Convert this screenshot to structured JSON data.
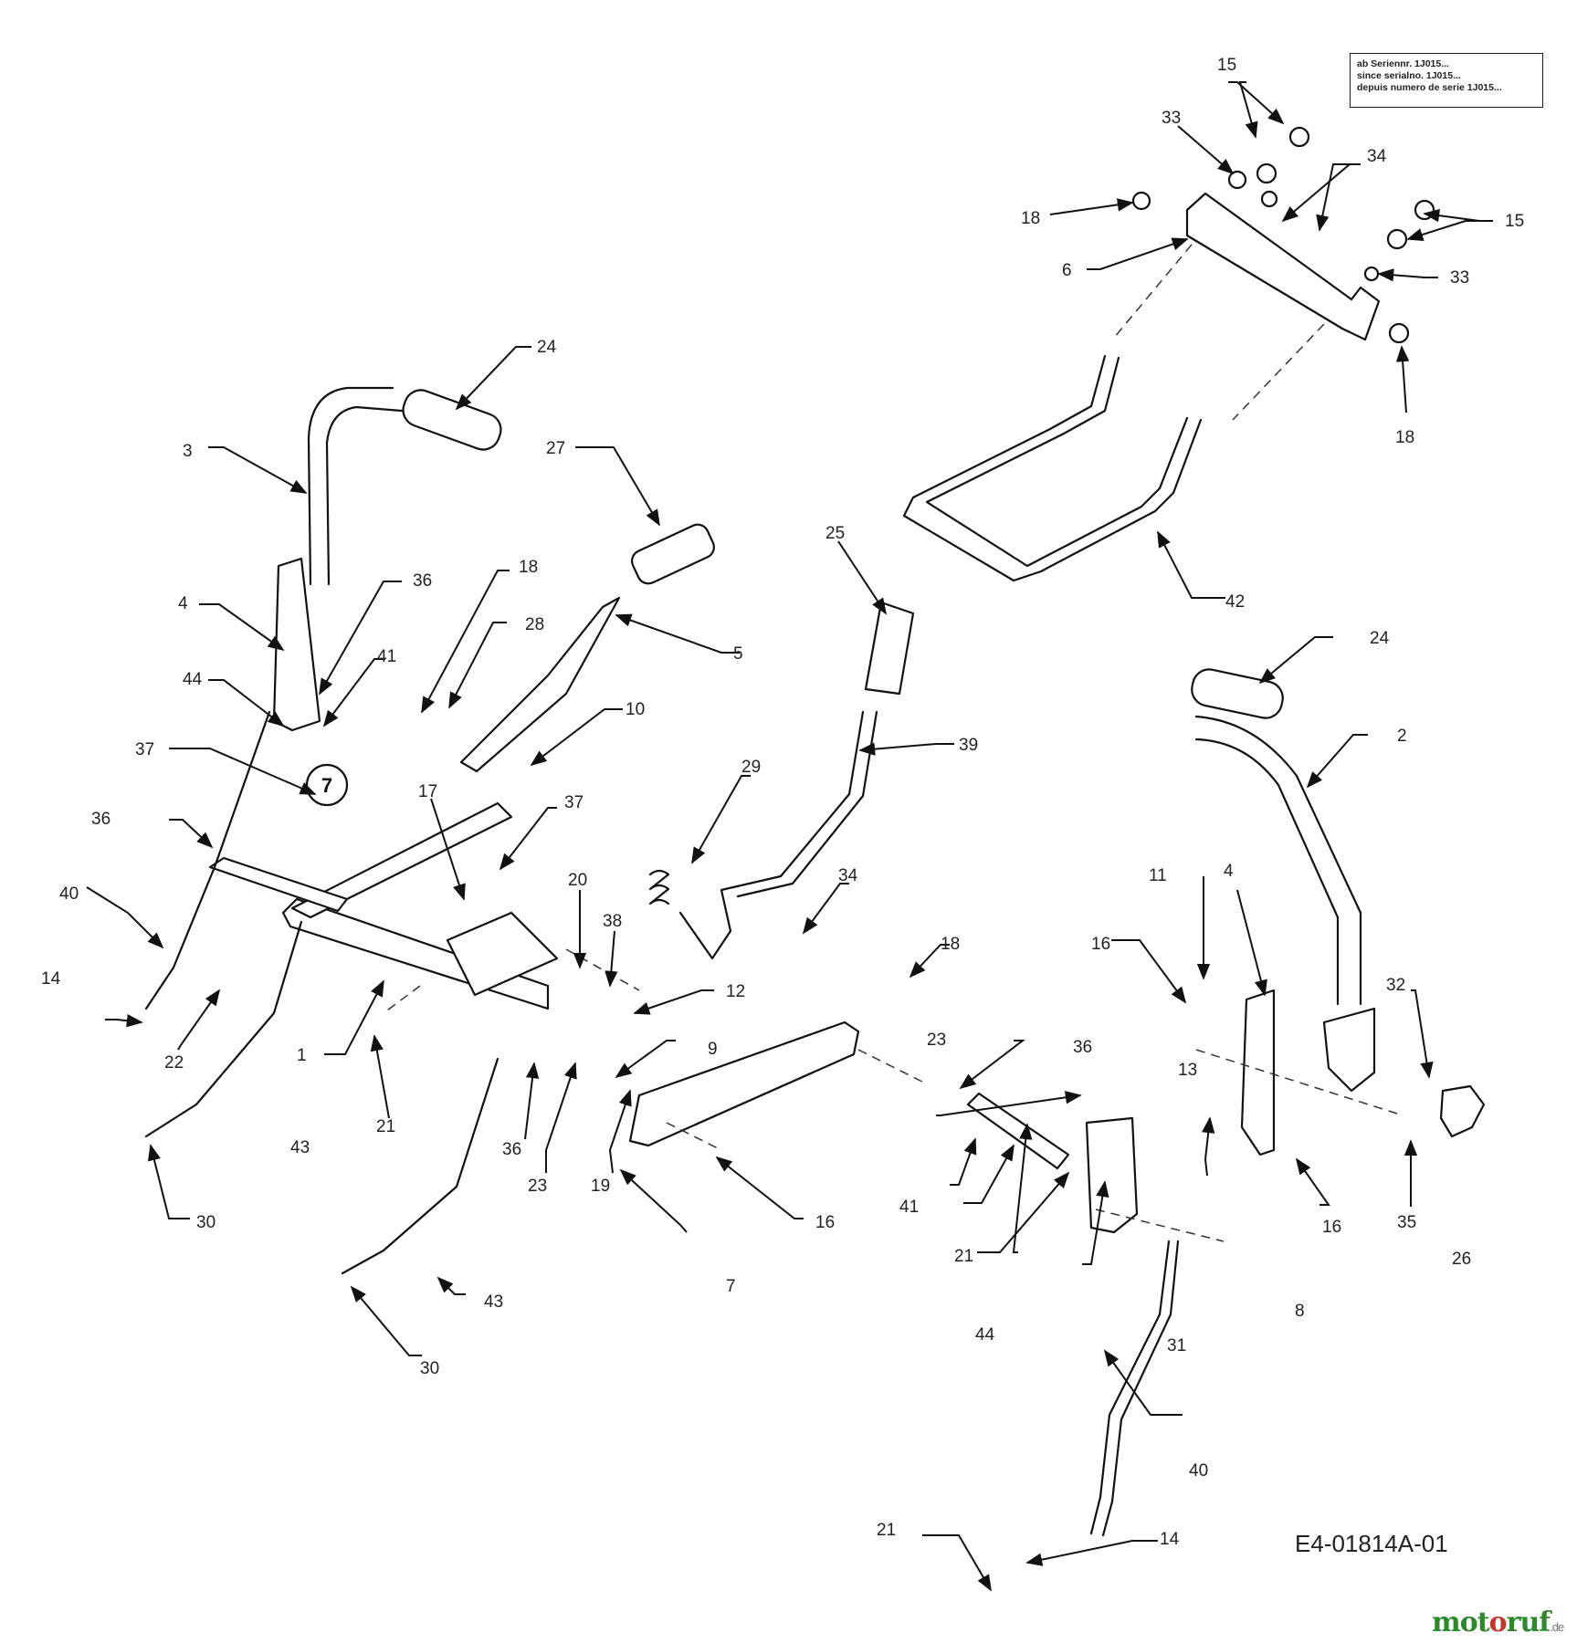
{
  "notice": {
    "line1": "ab Seriennr. 1J015...",
    "line2": "since serialno. 1J015...",
    "line3": "depuis numero de serie 1J015..."
  },
  "drawing_code": "E4-01814A-01",
  "watermark": {
    "brand": "motoruf",
    "tld": ".de"
  },
  "callout_circle": "7",
  "labels": [
    "15",
    "33",
    "34",
    "18",
    "15",
    "6",
    "33",
    "18",
    "24",
    "3",
    "27",
    "25",
    "42",
    "18",
    "28",
    "5",
    "36",
    "4",
    "41",
    "44",
    "10",
    "39",
    "29",
    "37",
    "24",
    "2",
    "17",
    "37",
    "36",
    "20",
    "38",
    "34",
    "11",
    "4",
    "40",
    "12",
    "18",
    "16",
    "32",
    "14",
    "22",
    "9",
    "23",
    "1",
    "36",
    "21",
    "43",
    "36",
    "23",
    "19",
    "16",
    "13",
    "41",
    "35",
    "16",
    "30",
    "7",
    "21",
    "26",
    "44",
    "8",
    "31",
    "43",
    "30",
    "40",
    "21",
    "14"
  ],
  "icons": {
    "leader": "arrow-icon",
    "circled_reference": "circle-callout-icon"
  }
}
